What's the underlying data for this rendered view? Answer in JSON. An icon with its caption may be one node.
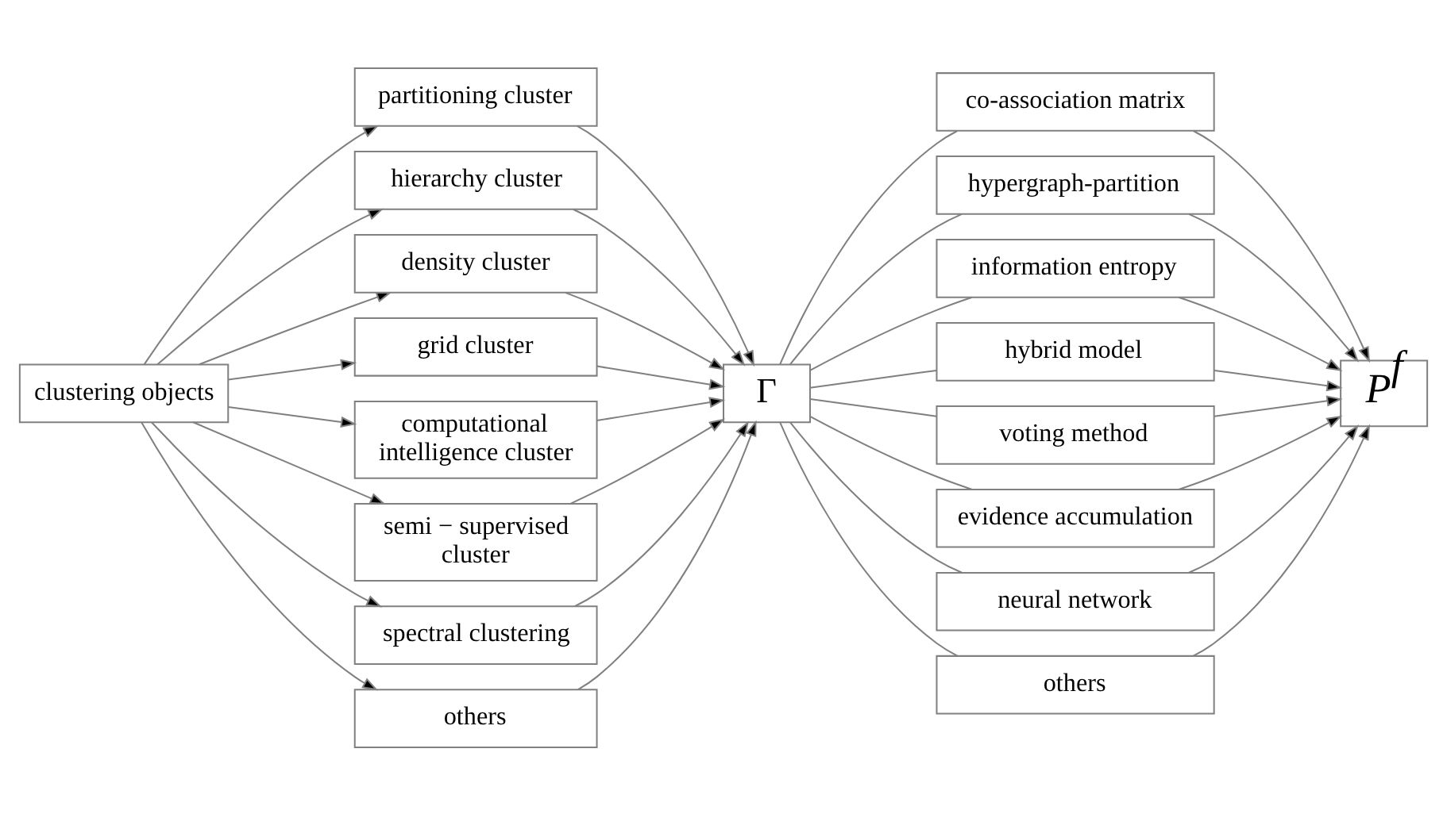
{
  "diagram": {
    "nodes": [
      {
        "text": [
          "clustering objects"
        ]
      },
      {
        "text": [
          "partitioning cluster"
        ]
      },
      {
        "text": [
          "hierarchy cluster"
        ]
      },
      {
        "text": [
          "density cluster"
        ]
      },
      {
        "text": [
          "grid cluster"
        ]
      },
      {
        "text": [
          "computational intelligence cluster"
        ]
      },
      {
        "text": [
          "semi − supervised cluster"
        ]
      },
      {
        "text": [
          "spectral clustering"
        ]
      },
      {
        "text": [
          "others"
        ]
      },
      {
        "text": [
          "Γ"
        ]
      },
      {
        "text": [
          "co-association matrix"
        ]
      },
      {
        "text": [
          "hypergraph-partition"
        ]
      },
      {
        "text": [
          "information entropy"
        ]
      },
      {
        "text": [
          "hybrid model"
        ]
      },
      {
        "text": [
          "voting method"
        ]
      },
      {
        "text": [
          "evidence accumulation"
        ]
      },
      {
        "text": [
          "neural network"
        ]
      },
      {
        "text": [
          "others"
        ]
      },
      {
        "text": [
          "P$^{f}$"
        ]
      }
    ],
    "edges": [
      {
        "from": 0,
        "to": 1,
        "arrow": "to"
      },
      {
        "from": 0,
        "to": 2,
        "arrow": "to"
      },
      {
        "from": 0,
        "to": 3,
        "arrow": "to"
      },
      {
        "from": 0,
        "to": 4,
        "arrow": "to"
      },
      {
        "from": 0,
        "to": 5,
        "arrow": "to"
      },
      {
        "from": 0,
        "to": 6,
        "arrow": "to"
      },
      {
        "from": 0,
        "to": 7,
        "arrow": "to"
      },
      {
        "from": 0,
        "to": 8,
        "arrow": "to"
      },
      {
        "from": 1,
        "to": 9,
        "arrow": "to"
      },
      {
        "from": 2,
        "to": 9,
        "arrow": "to"
      },
      {
        "from": 3,
        "to": 9,
        "arrow": "to"
      },
      {
        "from": 4,
        "to": 9,
        "arrow": "to"
      },
      {
        "from": 5,
        "to": 9,
        "arrow": "to"
      },
      {
        "from": 6,
        "to": 9,
        "arrow": "to"
      },
      {
        "from": 7,
        "to": 9,
        "arrow": "to"
      },
      {
        "from": 8,
        "to": 9,
        "arrow": "to"
      },
      {
        "from": 9,
        "to": 10,
        "arrow": "none"
      },
      {
        "from": 9,
        "to": 11,
        "arrow": "none"
      },
      {
        "from": 9,
        "to": 12,
        "arrow": "none"
      },
      {
        "from": 9,
        "to": 13,
        "arrow": "none"
      },
      {
        "from": 9,
        "to": 14,
        "arrow": "none"
      },
      {
        "from": 9,
        "to": 15,
        "arrow": "none"
      },
      {
        "from": 9,
        "to": 16,
        "arrow": "none"
      },
      {
        "from": 9,
        "to": 17,
        "arrow": "none"
      },
      {
        "from": 10,
        "to": 18,
        "arrow": "to"
      },
      {
        "from": 11,
        "to": 18,
        "arrow": "to"
      },
      {
        "from": 12,
        "to": 18,
        "arrow": "to"
      },
      {
        "from": 13,
        "to": 18,
        "arrow": "to"
      },
      {
        "from": 14,
        "to": 18,
        "arrow": "to"
      },
      {
        "from": 15,
        "to": 18,
        "arrow": "to"
      },
      {
        "from": 16,
        "to": 18,
        "arrow": "to"
      },
      {
        "from": 17,
        "to": 18,
        "arrow": "to"
      }
    ]
  }
}
